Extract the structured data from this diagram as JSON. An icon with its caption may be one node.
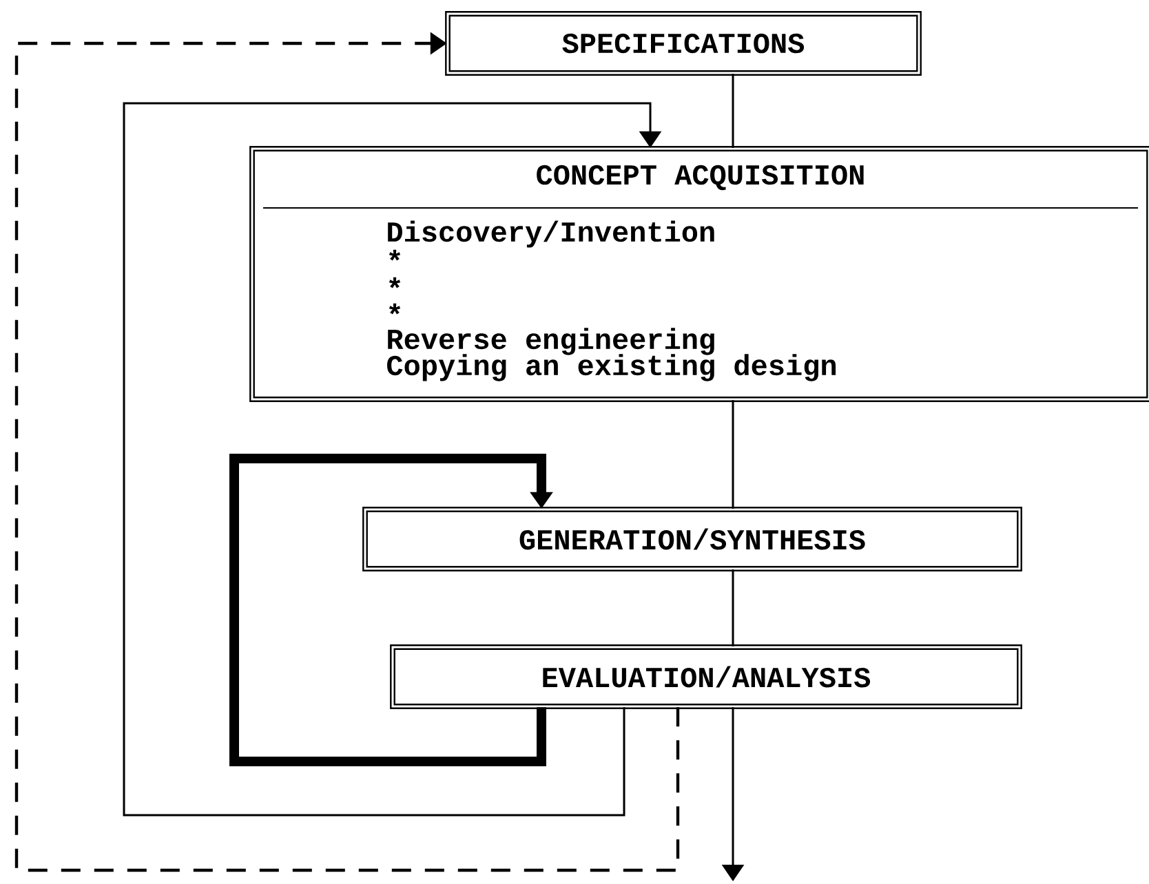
{
  "diagram": {
    "nodes": [
      {
        "text": [
          "SPECIFICATIONS"
        ]
      },
      {
        "text": [
          "CONCEPT ACQUISITION",
          "Discovery/Invention",
          "*",
          "*",
          "*",
          "Reverse engineering",
          "Copying an existing design"
        ]
      },
      {
        "text": [
          "GENERATION/SYNTHESIS"
        ]
      },
      {
        "text": [
          "EVALUATION/ANALYSIS"
        ]
      }
    ],
    "edges": [
      {
        "from": 0,
        "to": 1,
        "arrow": "none"
      },
      {
        "from": 1,
        "to": 2,
        "arrow": "none"
      },
      {
        "from": 2,
        "to": 3,
        "arrow": "none"
      },
      {
        "from": 3,
        "to": null,
        "arrow": "to"
      },
      {
        "from": 3,
        "to": 2,
        "arrow": "to",
        "style": "thick"
      },
      {
        "from": 3,
        "to": 1,
        "arrow": "to"
      },
      {
        "from": 3,
        "to": 0,
        "arrow": "to",
        "style": "dashed"
      }
    ]
  }
}
